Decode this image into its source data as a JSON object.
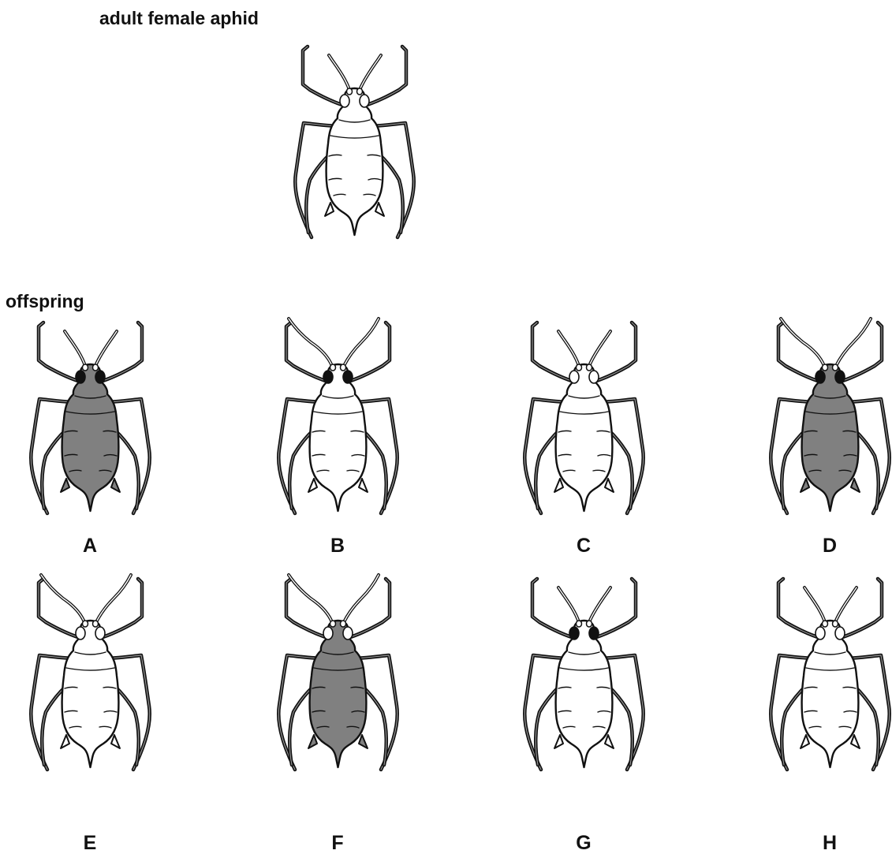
{
  "labels": {
    "parent_heading": "adult female aphid",
    "offspring_heading": "offspring"
  },
  "colors": {
    "outline": "#111111",
    "dark_body": "#808080",
    "light_body": "#ffffff",
    "dark_eye": "#111111",
    "light_eye": "#ffffff"
  },
  "parent": {
    "body": "light",
    "eyes": "light",
    "antennae": "short"
  },
  "offspring": [
    {
      "letter": "A",
      "body": "dark",
      "eyes": "dark",
      "antennae": "short"
    },
    {
      "letter": "B",
      "body": "light",
      "eyes": "dark",
      "antennae": "long"
    },
    {
      "letter": "C",
      "body": "light",
      "eyes": "light",
      "antennae": "short"
    },
    {
      "letter": "D",
      "body": "dark",
      "eyes": "dark",
      "antennae": "long"
    },
    {
      "letter": "E",
      "body": "light",
      "eyes": "light",
      "antennae": "long"
    },
    {
      "letter": "F",
      "body": "dark",
      "eyes": "light",
      "antennae": "long"
    },
    {
      "letter": "G",
      "body": "light",
      "eyes": "dark",
      "antennae": "short"
    },
    {
      "letter": "H",
      "body": "light",
      "eyes": "light",
      "antennae": "short"
    }
  ]
}
